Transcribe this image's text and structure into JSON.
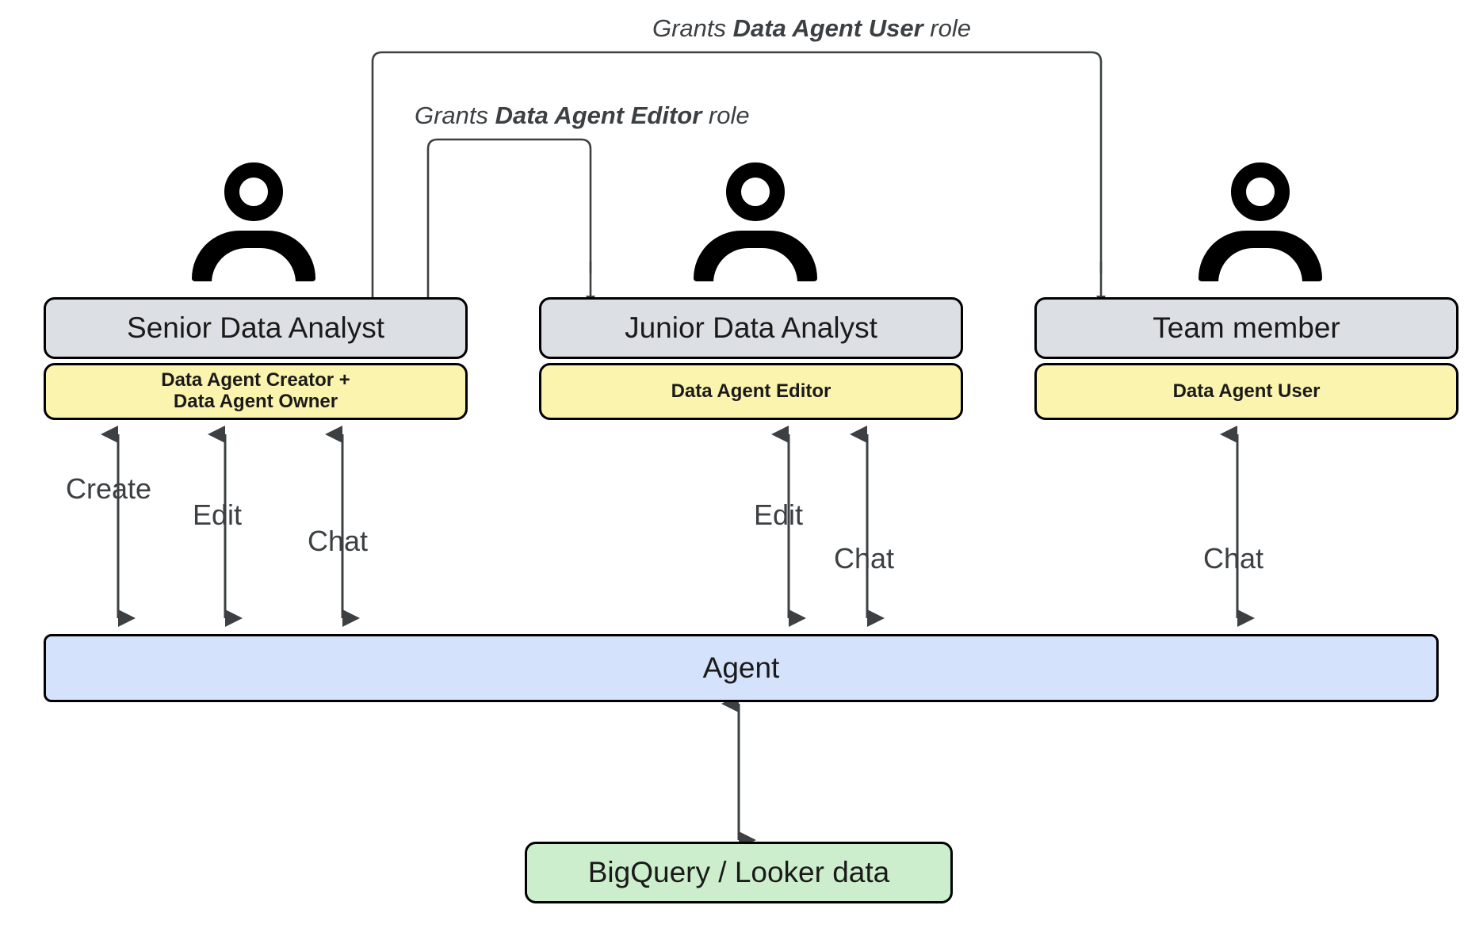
{
  "diagram": {
    "title": "Data Agent roles and access diagram",
    "colors": {
      "role_header_fill": "#dcdfe4",
      "role_permission_fill": "#fbf4ae",
      "agent_fill": "#d5e2fb",
      "data_fill": "#cdeecd",
      "stroke": "#000000",
      "connector_stroke": "#3c4043",
      "text": "#1a1a1a",
      "label_text": "#3c4043",
      "background": "#ffffff"
    },
    "grant_edges": [
      {
        "id": "grants-data-agent-user",
        "prefix": "Grants ",
        "emphasis": "Data Agent User",
        "suffix": " role",
        "from": "Senior Data Analyst",
        "to": "Team member"
      },
      {
        "id": "grants-data-agent-editor",
        "prefix": "Grants ",
        "emphasis": "Data Agent Editor",
        "suffix": " role",
        "from": "Senior Data Analyst",
        "to": "Junior Data Analyst"
      }
    ],
    "personas": [
      {
        "id": "senior-data-analyst",
        "icon": "person-icon",
        "title": "Senior Data Analyst",
        "permission": "Data Agent Creator +\nData Agent Owner",
        "permission_lines": [
          "Data Agent Creator +",
          "Data Agent Owner"
        ],
        "actions": [
          "Create",
          "Edit",
          "Chat"
        ]
      },
      {
        "id": "junior-data-analyst",
        "icon": "person-icon",
        "title": "Junior Data Analyst",
        "permission": "Data Agent Editor",
        "permission_lines": [
          "Data Agent Editor"
        ],
        "actions": [
          "Edit",
          "Chat"
        ]
      },
      {
        "id": "team-member",
        "icon": "person-icon",
        "title": "Team member",
        "permission": "Data Agent User",
        "permission_lines": [
          "Data Agent User"
        ],
        "actions": [
          "Chat"
        ]
      }
    ],
    "agent": {
      "label": "Agent"
    },
    "data_source": {
      "label": "BigQuery / Looker data"
    }
  }
}
